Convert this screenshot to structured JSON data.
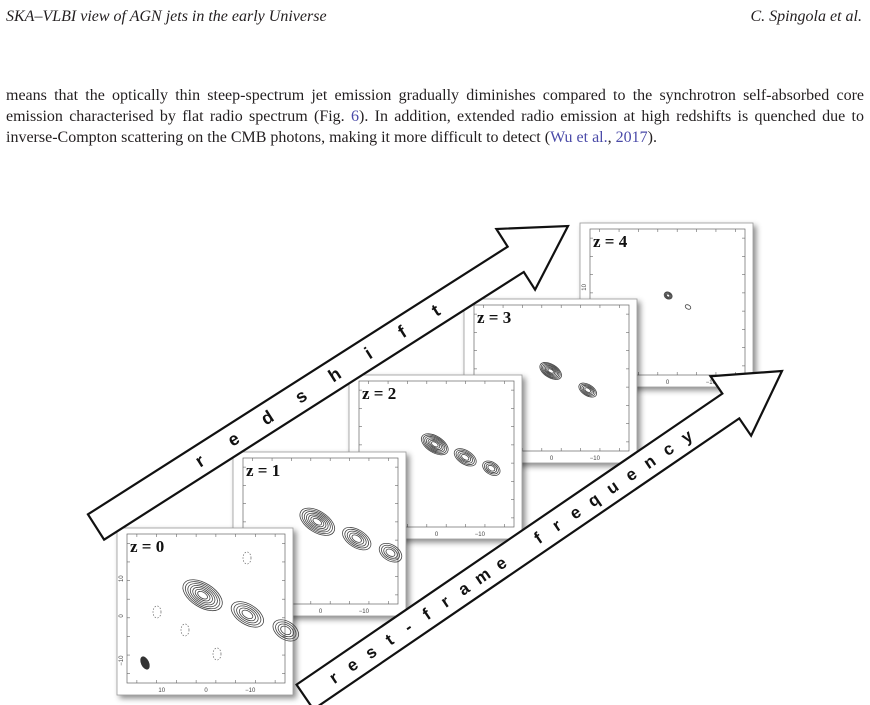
{
  "header": {
    "title": "SKA–VLBI view of AGN jets in the early Universe",
    "authors": "C. Spingola et al."
  },
  "paragraph": {
    "part1": "means that the optically thin steep-spectrum jet emission gradually diminishes compared to the synchrotron self-absorbed core emission characterised by flat radio spectrum (Fig. ",
    "fig_ref": "6",
    "part2": "). In addition, extended radio emission at high redshifts is quenched due to inverse-Compton scattering on the CMB photons, making it more difficult to detect (",
    "cite_author": "Wu et al.",
    "cite_sep": ", ",
    "cite_year": "2017",
    "part3": ")."
  },
  "figure": {
    "panels": [
      {
        "label": "z = 0",
        "yticks": [
          "10",
          "0",
          "−10"
        ],
        "xticks": [
          "10",
          "0",
          "−10"
        ]
      },
      {
        "label": "z = 1",
        "yticks": [],
        "xticks": [
          "0",
          "−10"
        ]
      },
      {
        "label": "z = 2",
        "yticks": [],
        "xticks": [
          "0",
          "−10"
        ]
      },
      {
        "label": "z = 3",
        "yticks": [],
        "xticks": [
          "0",
          "−10"
        ]
      },
      {
        "label": "z = 4",
        "yticks": [
          "10"
        ],
        "xticks": [
          "0",
          "−10"
        ]
      }
    ],
    "arrow_upper_text": "redshift",
    "arrow_lower_text": "rest-frame frequency"
  }
}
